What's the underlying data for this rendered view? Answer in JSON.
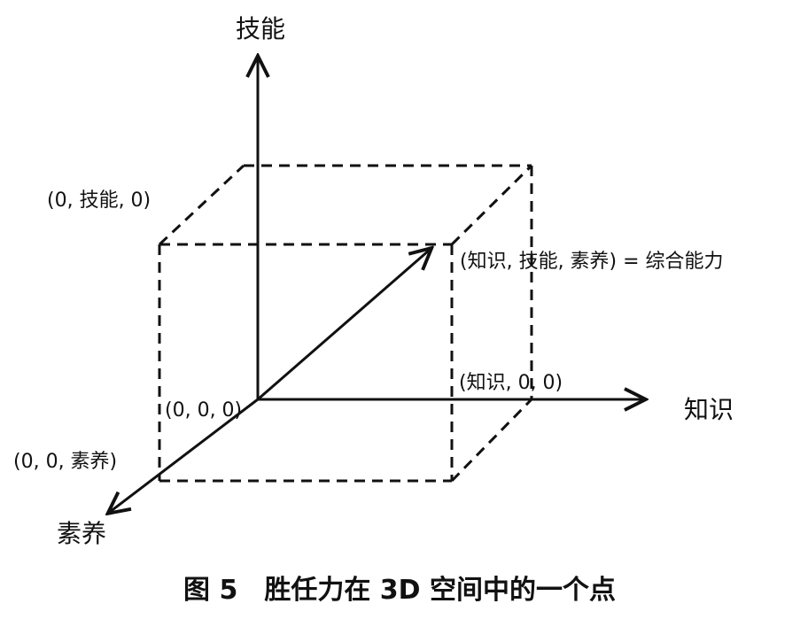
{
  "axes": {
    "y": "技能",
    "x": "知识",
    "z": "素养"
  },
  "points": {
    "origin": "(0, 0, 0)",
    "skill": "(0, 技能, 0)",
    "knowledge": "(知识, 0, 0)",
    "literacy": "(0, 0, 素养)",
    "combined": "(知识, 技能, 素养) = 综合能力"
  },
  "caption": "图 5　胜任力在 3D 空间中的一个点",
  "colors": {
    "ink": "#111111",
    "background": "#ffffff"
  }
}
